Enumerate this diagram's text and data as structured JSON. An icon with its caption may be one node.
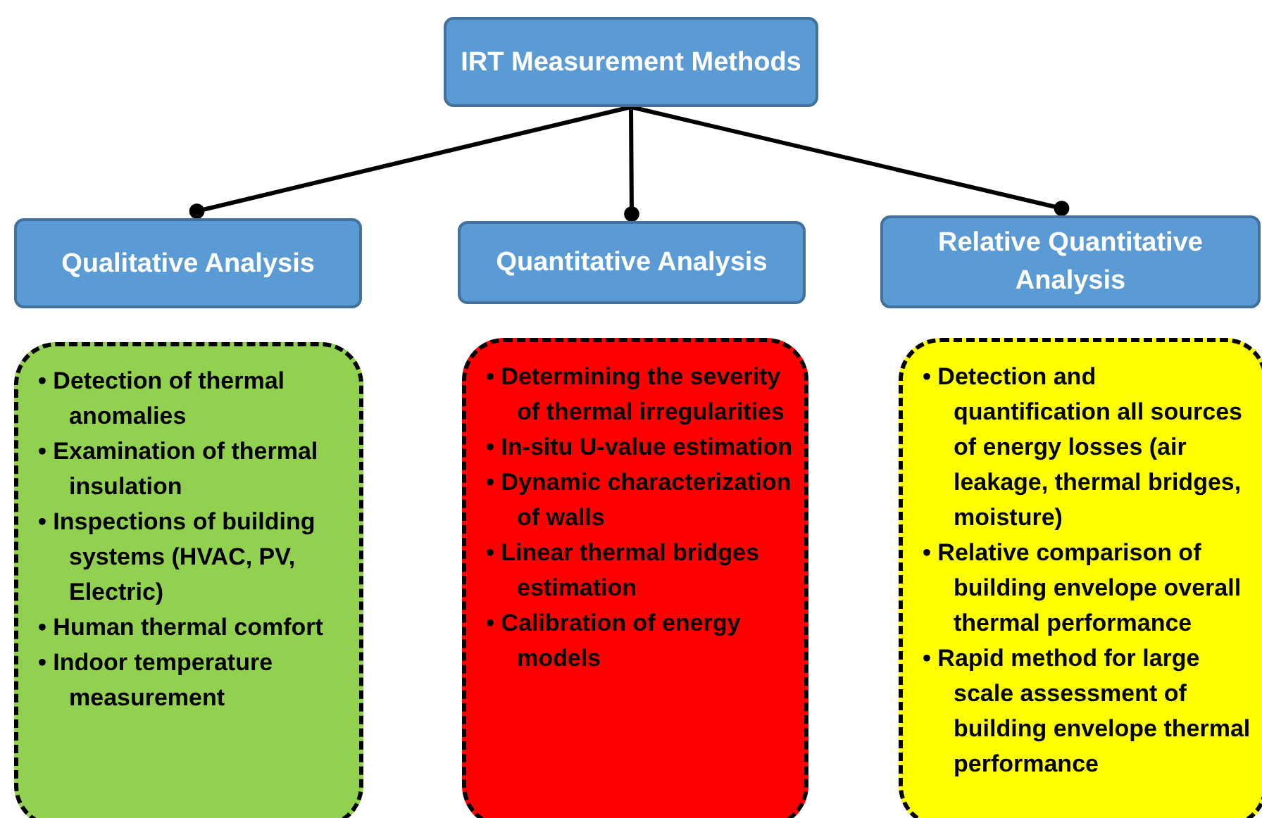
{
  "diagram": {
    "nodes": [
      {
        "text": [
          "IRT Measurement Methods"
        ]
      },
      {
        "text": [
          "Qualitative Analysis"
        ]
      },
      {
        "text": [
          "Quantitative Analysis"
        ]
      },
      {
        "text": [
          "Relative Quantitative Analysis"
        ]
      },
      {
        "text": [
          "• Detection of thermal anomalies",
          "• Examination of thermal insulation",
          "• Inspections of building systems (HVAC, PV, Electric)",
          "• Human thermal comfort",
          "• Indoor temperature measurement"
        ]
      },
      {
        "text": [
          "• Determining the severity of thermal irregularities",
          "• In-situ U-value estimation",
          "• Dynamic characterization of walls",
          "• Linear thermal bridges estimation",
          "• Calibration of energy models"
        ]
      },
      {
        "text": [
          "• Detection and quantification all sources of energy losses (air leakage, thermal bridges, moisture)",
          "• Relative comparison of building envelope overall thermal performance",
          "• Rapid method for large scale assessment of building envelope thermal performance"
        ]
      }
    ],
    "edges": [
      {
        "from": 0,
        "to": 1,
        "arrow": "other"
      },
      {
        "from": 0,
        "to": 2,
        "arrow": "other"
      },
      {
        "from": 0,
        "to": 3,
        "arrow": "other"
      }
    ]
  }
}
